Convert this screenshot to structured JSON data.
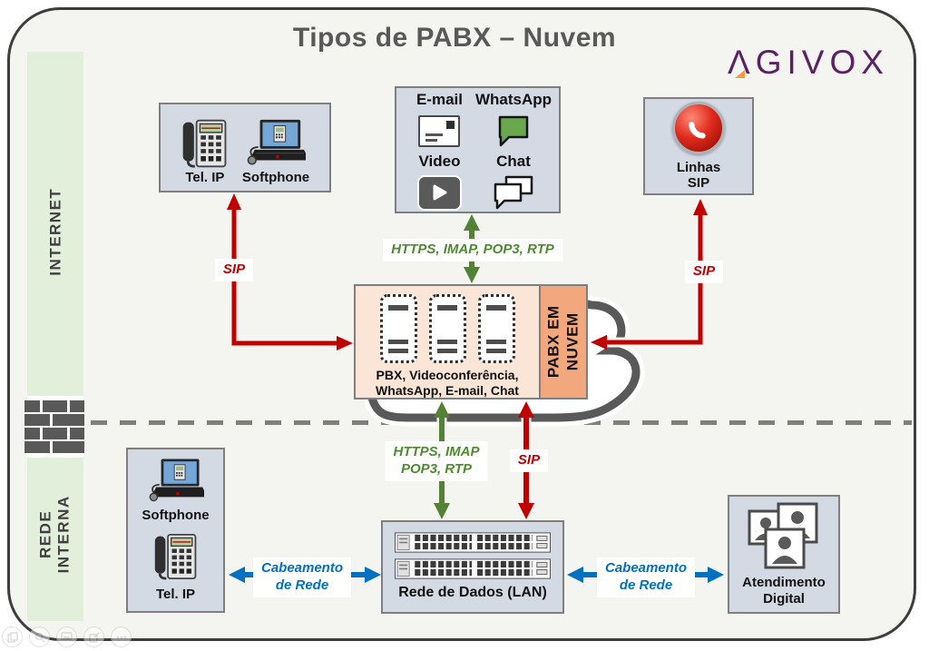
{
  "title": "Tipos de PABX – Nuvem",
  "brand": {
    "name": "AGIVOX",
    "display_a": "Λ",
    "display_rest": "GIVOX",
    "color": "#5C2164",
    "accent_color": "#F49B3E"
  },
  "zones": {
    "internet": "INTERNET",
    "internal_line1": "REDE",
    "internal_line2": "INTERNA"
  },
  "nodes": {
    "endpoints_internet": {
      "tel_ip": "Tel. IP",
      "softphone": "Softphone"
    },
    "services": {
      "email": "E-mail",
      "whatsapp": "WhatsApp",
      "video": "Video",
      "chat": "Chat"
    },
    "sip_lines": {
      "line1": "Linhas",
      "line2": "SIP"
    },
    "pbx": {
      "caption_line1": "PBX, Videoconferência,",
      "caption_line2": "WhatsApp, E-mail, Chat",
      "strip_line1": "PABX EM",
      "strip_line2": "NUVEM"
    },
    "endpoints_internal": {
      "softphone": "Softphone",
      "tel_ip": "Tel. IP"
    },
    "lan": {
      "label": "Rede de Dados (LAN)"
    },
    "atendimento": {
      "line1": "Atendimento",
      "line2": "Digital"
    }
  },
  "links": {
    "sip": "SIP",
    "https_top": "HTTPS, IMAP, POP3, RTP",
    "https_bottom_line1": "HTTPS, IMAP",
    "https_bottom_line2": "POP3, RTP",
    "cabling_line1": "Cabeamento",
    "cabling_line2": "de Rede"
  },
  "colors": {
    "sip_arrows": "#C00000",
    "protocol_arrows": "#538135",
    "cabling_arrows": "#0070C0",
    "zone_band": "#E2EFDA",
    "node_fill": "#D3DAE4",
    "pbx_fill": "#FBE5D6",
    "pbx_strip": "#F2A87C",
    "outline_gray": "#595959"
  },
  "icons": {
    "ip_phone": "desk-phone",
    "softphone": "laptop-with-headset",
    "email": "envelope",
    "whatsapp": "green-speech-bubble",
    "video": "play-button",
    "chat": "double-speech-bubble",
    "sip_lines": "red-glossy-phone",
    "pbx_servers": "dashed-server-rack",
    "lan": "network-switch",
    "atendimento": "people-photo-collage",
    "firewall": "brick-wall",
    "cloud": "cloud-outline"
  },
  "viewer_toolbar": {
    "buttons": [
      "copy",
      "magnifier",
      "monitor",
      "share",
      "more"
    ]
  }
}
